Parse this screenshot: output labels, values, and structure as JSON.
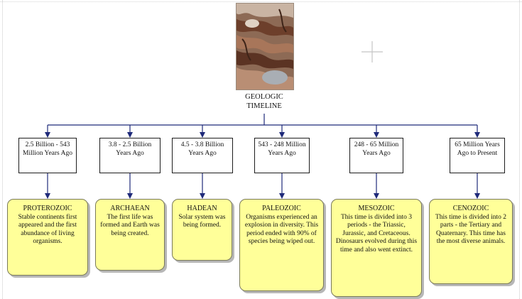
{
  "diagram": {
    "root": {
      "label": "GEOLOGIC\nTIMELINE",
      "image": "layered-rock-photo"
    },
    "branches": [
      {
        "time": "2.5 Billion - 543 Million Years Ago",
        "era": "PROTEROZOIC",
        "description": "Stable continents first appeared and the first abundance of living organisms."
      },
      {
        "time": "3.8 - 2.5 Billion Years Ago",
        "era": "ARCHAEAN",
        "description": "The first life was formed and Earth was being created."
      },
      {
        "time": "4.5 - 3.8 Billion Years Ago",
        "era": "HADEAN",
        "description": "Solar system was being formed."
      },
      {
        "time": "543 - 248 Million Years Ago",
        "era": "PALEOZOIC",
        "description": "Organisms experienced an explosion in diversity. This period ended with 90% of species being wiped out."
      },
      {
        "time": "248 - 65 Million Years Ago",
        "era": "MESOZOIC",
        "description": "This time is divided into 3 periods - the Triassic, Jurassic, and Cretaceous. Dinosaurs evolved during this time and also went extinct."
      },
      {
        "time": "65 Million Years Ago to Present",
        "era": "CENOZOIC",
        "description": "This time is divided into 2 parts - the Tertiary and Quaternary. This time has the most diverse animals."
      }
    ],
    "colors": {
      "arrow": "#1f2a7a",
      "era_fill": "#ffff99",
      "time_border": "#1d1d1d"
    }
  }
}
